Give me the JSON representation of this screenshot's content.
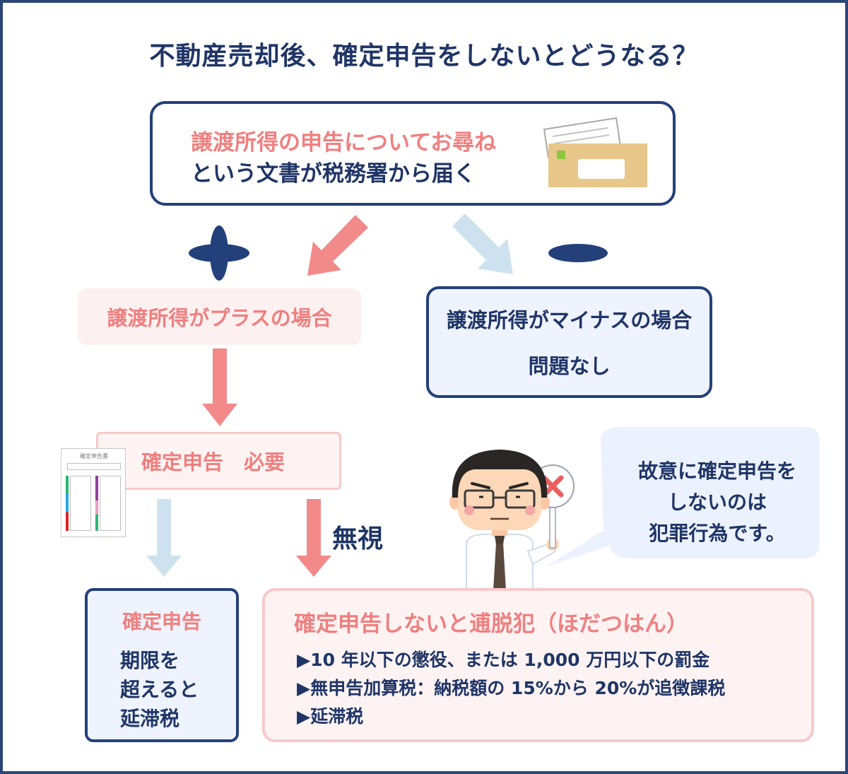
{
  "title": "不動産売却後、確定申告をしないとどうなる？",
  "notice": {
    "line1": "譲渡所得の申告についてお尋ね",
    "line2": "という文書が税務署から届く"
  },
  "plus_case": {
    "label": "譲渡所得がプラスの場合"
  },
  "minus_case": {
    "label": "譲渡所得がマイナスの場合",
    "result": "問題なし"
  },
  "filing_required": {
    "label": "確定申告　必要",
    "form_title": "確定申告書"
  },
  "ignore_label": "無視",
  "filed_box": {
    "title": "確定申告",
    "lines": [
      "期限を",
      "超えると",
      "延滞税"
    ]
  },
  "evasion_box": {
    "title": "確定申告しないと逋脱犯（ほだつはん）",
    "items": [
      "▶10 年以下の懲役、または 1,000 万円以下の罰金",
      "▶無申告加算税：納税額の 15%から 20%が追徴課税",
      "▶延滞税"
    ]
  },
  "speech_bubble": {
    "lines": [
      "故意に確定申告を",
      "しないのは",
      "犯罪行為です。"
    ]
  },
  "colors": {
    "navy": "#23407a",
    "text_navy": "#1f3566",
    "pink": "#f07f7f",
    "pink_bg": "#fdf0f0",
    "light_blue": "#cfe0ec",
    "minus_bg": "#eef3fd"
  }
}
